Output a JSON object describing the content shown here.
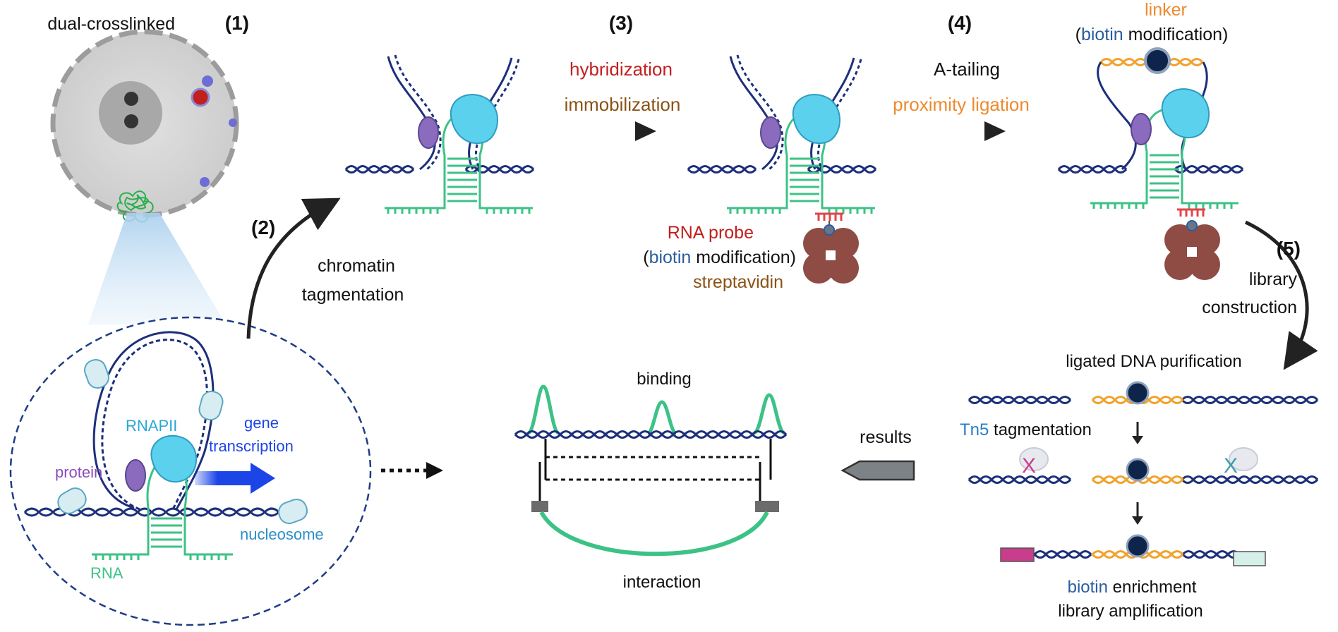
{
  "colors": {
    "dna_dark": "#1c2f7a",
    "rna_green": "#3cc286",
    "rnapii_cyan": "#5bd1ee",
    "protein_purple": "#8a6bbd",
    "biotin_blue": "#2a5d9c",
    "red_label": "#c21f1f",
    "brown_label": "#8b5215",
    "orange_label": "#ee8a2e",
    "linker_orange": "#f1a22c",
    "streptavidin": "#8e4c45",
    "magenta_tag": "#c83e8c",
    "light_teal_tag": "#d6efe9",
    "bright_blue_arrow": "#1c45e8",
    "nucleus_gray": "#d8d8d8",
    "gray_dashed": "#a7a7a7"
  },
  "steps": {
    "s1": "(1)",
    "s2": "(2)",
    "s3": "(3)",
    "s4": "(4)",
    "s5": "(5)"
  },
  "labels": {
    "dual_crosslinked": "dual-crosslinked",
    "chromatin": "chromatin",
    "tagmentation": "tagmentation",
    "hybridization": "hybridization",
    "immobilization": "immobilization",
    "a_tailing": "A-tailing",
    "proximity_ligation": "proximity ligation",
    "linker": "linker",
    "paren_open": "(",
    "biotin": "biotin",
    "modification_close": " modification)",
    "rna_probe": "RNA probe",
    "streptavidin": "streptavidin",
    "library": "library",
    "construction": "construction",
    "ligated_dna_purification": "ligated DNA purification",
    "tn5": "Tn5",
    "tagmentation_tn5": " tagmentation",
    "biotin_enrichment_rest": " enrichment",
    "library_amplification": "library amplification",
    "results": "results",
    "binding": "binding",
    "interaction": "interaction",
    "rnapii": "RNAPII",
    "gene": "gene",
    "transcription": "transcription",
    "protein": "protein",
    "nucleosome": "nucleosome",
    "rna": "RNA",
    "tag_x": "X"
  }
}
